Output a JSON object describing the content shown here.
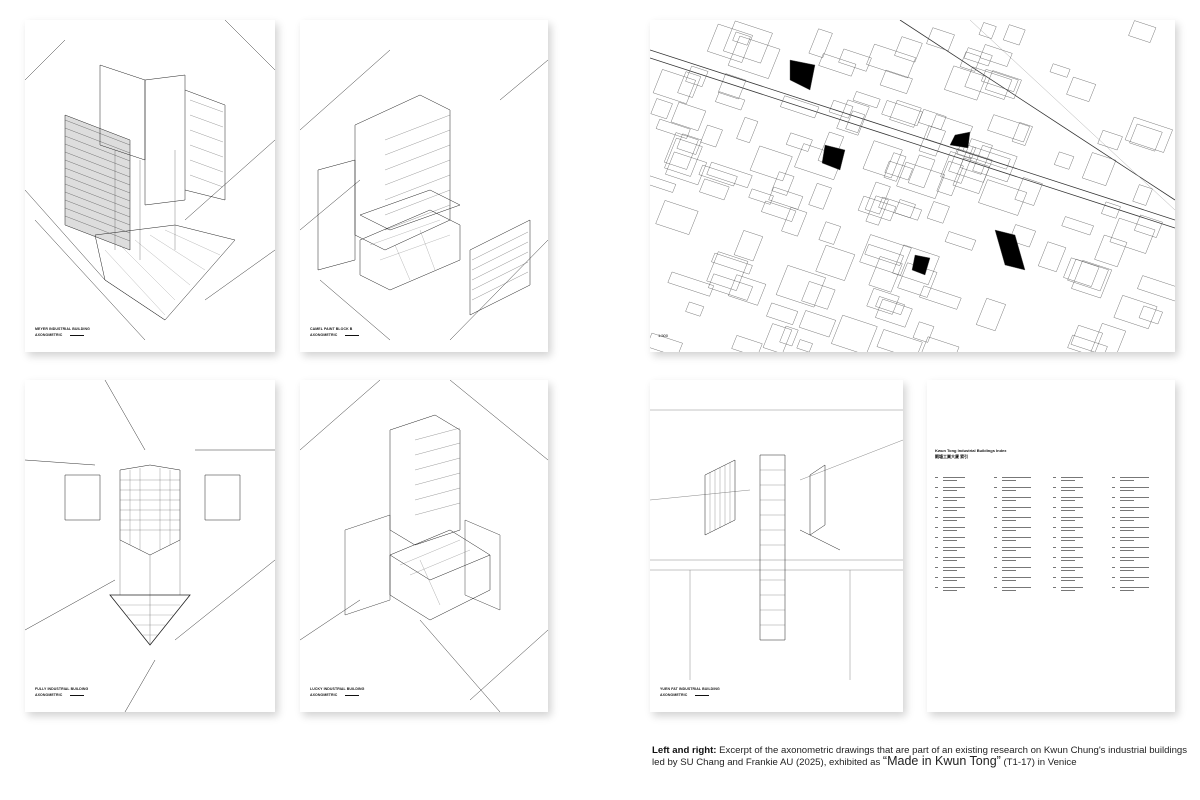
{
  "sheets": [
    {
      "title": "MEYER INDUSTRIAL BUILDING",
      "subtitle": "AXONOMETRIC"
    },
    {
      "title": "CAMEL PAINT BLOCK B",
      "subtitle": "AXONOMETRIC"
    },
    {
      "title": "FULLY INDUSTRIAL BUILDING",
      "subtitle": "AXONOMETRIC"
    },
    {
      "title": "LUCKY INDUSTRIAL BUILDING",
      "subtitle": "AXONOMETRIC"
    },
    {
      "title": "YUEN FAT INDUSTRIAL BUILDING",
      "subtitle": "AXONOMETRIC"
    }
  ],
  "map": {
    "scale_label": "1:500"
  },
  "index": {
    "title": "Kwun Tong Industrial Buildings Index",
    "title_zh": "觀塘工業大廈 索引",
    "entry_count": 48
  },
  "caption": {
    "lead": "Left and right:",
    "text1": " Excerpt of the axonometric drawings that are part of an existing research on Kwun Chung's industrial buildings led by SU Chang and Frankie AU (2025), exhibited as ",
    "exhibit": "“Made in Kwun Tong”",
    "text2": " (T1-17) in Venice"
  }
}
